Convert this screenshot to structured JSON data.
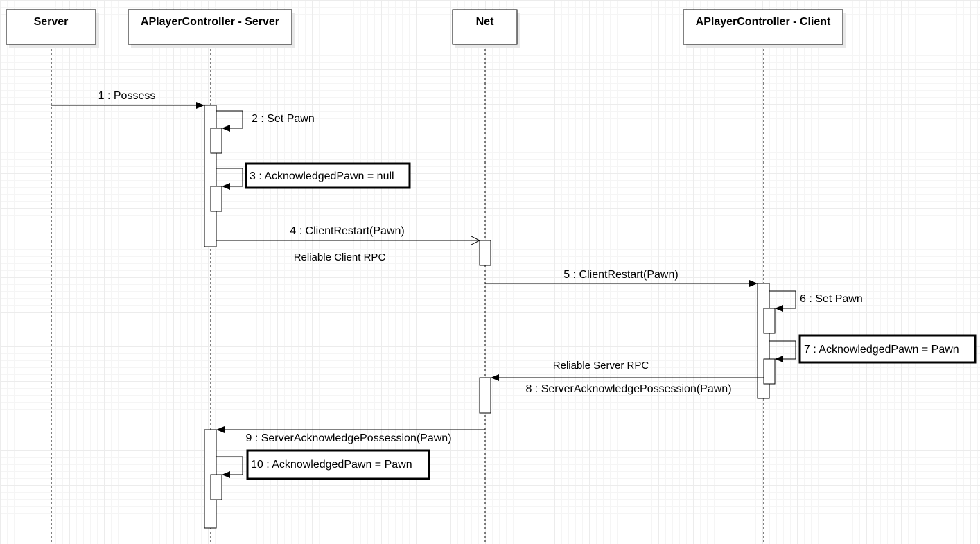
{
  "participants": [
    {
      "id": "server",
      "label": "Server"
    },
    {
      "id": "apc_server",
      "label": "APlayerController - Server"
    },
    {
      "id": "net",
      "label": "Net"
    },
    {
      "id": "apc_client",
      "label": "APlayerController - Client"
    }
  ],
  "messages": [
    {
      "id": "m1",
      "label": "1 : Possess"
    },
    {
      "id": "m2",
      "label": "2 : Set Pawn"
    },
    {
      "id": "m3",
      "label": "3 : AcknowledgedPawn = null"
    },
    {
      "id": "m4",
      "label": "4 : ClientRestart(Pawn)"
    },
    {
      "id": "m5",
      "label": "5 : ClientRestart(Pawn)"
    },
    {
      "id": "m6",
      "label": "6 : Set Pawn"
    },
    {
      "id": "m7",
      "label": "7 : AcknowledgedPawn = Pawn"
    },
    {
      "id": "m8",
      "label": "8 : ServerAcknowledgePossession(Pawn)"
    },
    {
      "id": "m9",
      "label": "9 : ServerAcknowledgePossession(Pawn)"
    },
    {
      "id": "m10",
      "label": "10 : AcknowledgedPawn = Pawn"
    }
  ],
  "notes": {
    "client_rpc": "Reliable Client RPC",
    "server_rpc": "Reliable Server RPC"
  }
}
